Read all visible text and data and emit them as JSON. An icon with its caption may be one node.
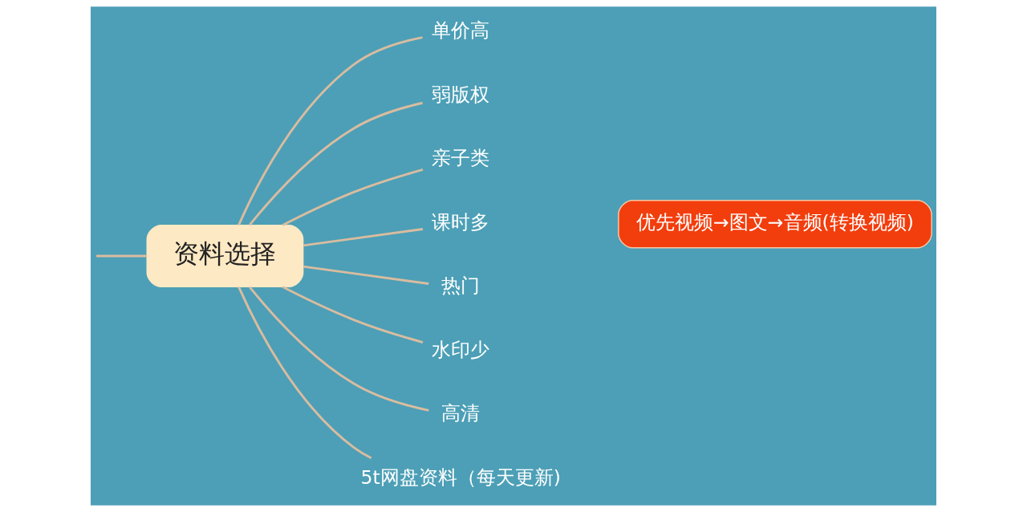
{
  "diagram": {
    "nodes": [
      {
        "text": [
          "资料选择"
        ]
      },
      {
        "text": [
          "单价高"
        ]
      },
      {
        "text": [
          "弱版权"
        ]
      },
      {
        "text": [
          "亲子类"
        ]
      },
      {
        "text": [
          "课时多"
        ]
      },
      {
        "text": [
          "热门"
        ]
      },
      {
        "text": [
          "水印少"
        ]
      },
      {
        "text": [
          "高清"
        ]
      },
      {
        "text": [
          "5t网盘资料（每天更新)"
        ]
      },
      {
        "text": [
          "优先视频→图文→音频(转换视频)"
        ]
      }
    ],
    "edges": [
      {
        "from": null,
        "to": 0,
        "arrow": "none"
      },
      {
        "from": 0,
        "to": 1,
        "arrow": "none"
      },
      {
        "from": 0,
        "to": 2,
        "arrow": "none"
      },
      {
        "from": 0,
        "to": 3,
        "arrow": "none"
      },
      {
        "from": 0,
        "to": 4,
        "arrow": "none"
      },
      {
        "from": 0,
        "to": 5,
        "arrow": "none"
      },
      {
        "from": 0,
        "to": 6,
        "arrow": "none"
      },
      {
        "from": 0,
        "to": 7,
        "arrow": "none"
      },
      {
        "from": 0,
        "to": 8,
        "arrow": "none"
      }
    ]
  }
}
